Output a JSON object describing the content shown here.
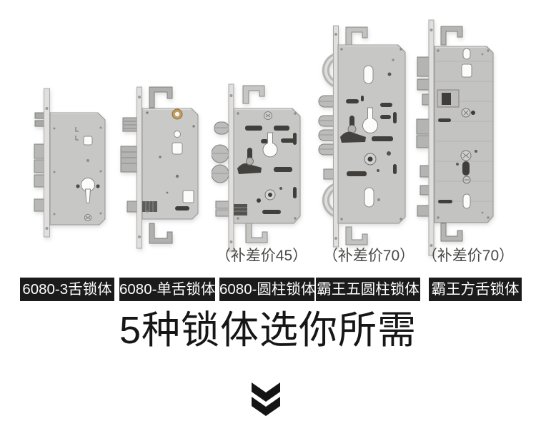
{
  "page": {
    "type": "product-detail-image",
    "background": "#ffffff"
  },
  "heading": {
    "text": "5种锁体选你所需"
  },
  "products": [
    {
      "label": "6080-3舌锁体",
      "surcharge": ""
    },
    {
      "label": "6080-单舌锁体",
      "surcharge": ""
    },
    {
      "label": "6080-圆柱锁体",
      "surcharge": "（补差价45）"
    },
    {
      "label": "霸王五圆柱锁体",
      "surcharge": "（补差价70）"
    },
    {
      "label": "霸王方舌锁体",
      "surcharge": "（补差价70）"
    }
  ],
  "icons": {
    "scroll_hint": "double-chevron-down"
  },
  "colors": {
    "label_bg": "#1b1b1b",
    "label_text": "#ffffff",
    "surcharge_text": "#4a4846",
    "heading_text": "#161616",
    "chevron": "#141414",
    "metal_body": "#c7c7c5",
    "metal_faceplate": "#e0dfdd"
  }
}
